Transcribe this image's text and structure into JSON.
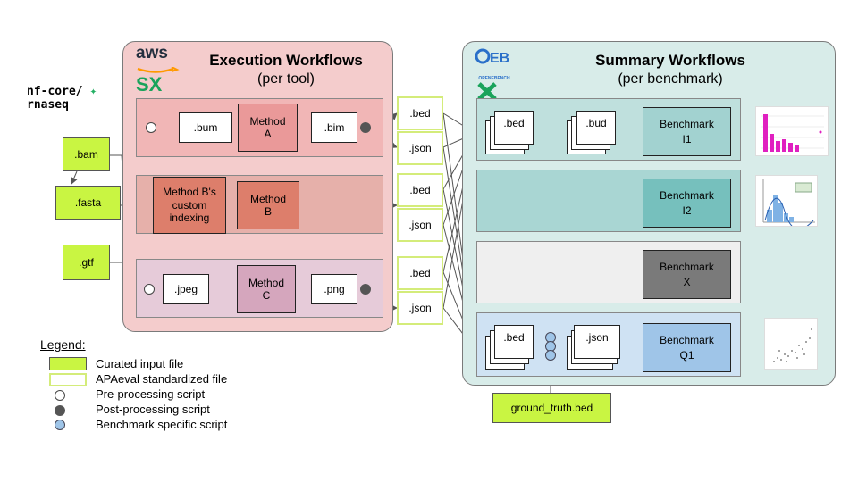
{
  "logos": {
    "aws": "aws",
    "nfcore_line1": "nf-core/",
    "nfcore_line2": "rnaseq",
    "openebench": "OPENEBENCH"
  },
  "execution": {
    "title": "Execution Workflows",
    "subtitle": "(per tool)",
    "row_a": {
      "input": ".bum",
      "method_line1": "Method",
      "method_line2": "A",
      "output": ".bim"
    },
    "row_b": {
      "custom_line1": "Method B's",
      "custom_line2": "custom",
      "custom_line3": "indexing",
      "method_line1": "Method",
      "method_line2": "B"
    },
    "row_c": {
      "input": ".jpeg",
      "method_line1": "Method",
      "method_line2": "C",
      "output": ".png"
    }
  },
  "inputs": {
    "bam": ".bam",
    "fasta": ".fasta",
    "gtf": ".gtf"
  },
  "standardized": {
    "a_bed": ".bed",
    "a_json": ".json",
    "b_bed": ".bed",
    "b_json": ".json",
    "c_bed": ".bed",
    "c_json": ".json"
  },
  "summary": {
    "title": "Summary Workflows",
    "subtitle": "(per benchmark)",
    "row1": {
      "bed": ".bed",
      "bud": ".bud",
      "bench_line1": "Benchmark",
      "bench_line2": "I1"
    },
    "row2": {
      "bench_line1": "Benchmark",
      "bench_line2": "I2"
    },
    "row3": {
      "bench_line1": "Benchmark",
      "bench_line2": "X"
    },
    "row4": {
      "bed": ".bed",
      "json": ".json",
      "bench_line1": "Benchmark",
      "bench_line2": "Q1"
    }
  },
  "ground_truth": "ground_truth.bed",
  "legend": {
    "title": "Legend:",
    "curated": "Curated input file",
    "apaeval": "APAeval standardized file",
    "pre": "Pre-processing script",
    "post": "Post-processing script",
    "bench": "Benchmark specific script"
  },
  "colors": {
    "exec_panel": "#f4cccc",
    "summary_panel": "#d8ece9",
    "curated_green": "#c9f542",
    "apa_border": "#d4ec7a",
    "method_a": "#ea9999",
    "method_b": "#dd7e6b",
    "method_c": "#d5a6bd",
    "bench_i1": "#a2d2d0",
    "bench_i2": "#76c0bd",
    "bench_x": "#7a7a7a",
    "bench_q1": "#9fc5e8",
    "nfcore_green": "#24b064",
    "oeb_blue": "#2a6fc9"
  }
}
